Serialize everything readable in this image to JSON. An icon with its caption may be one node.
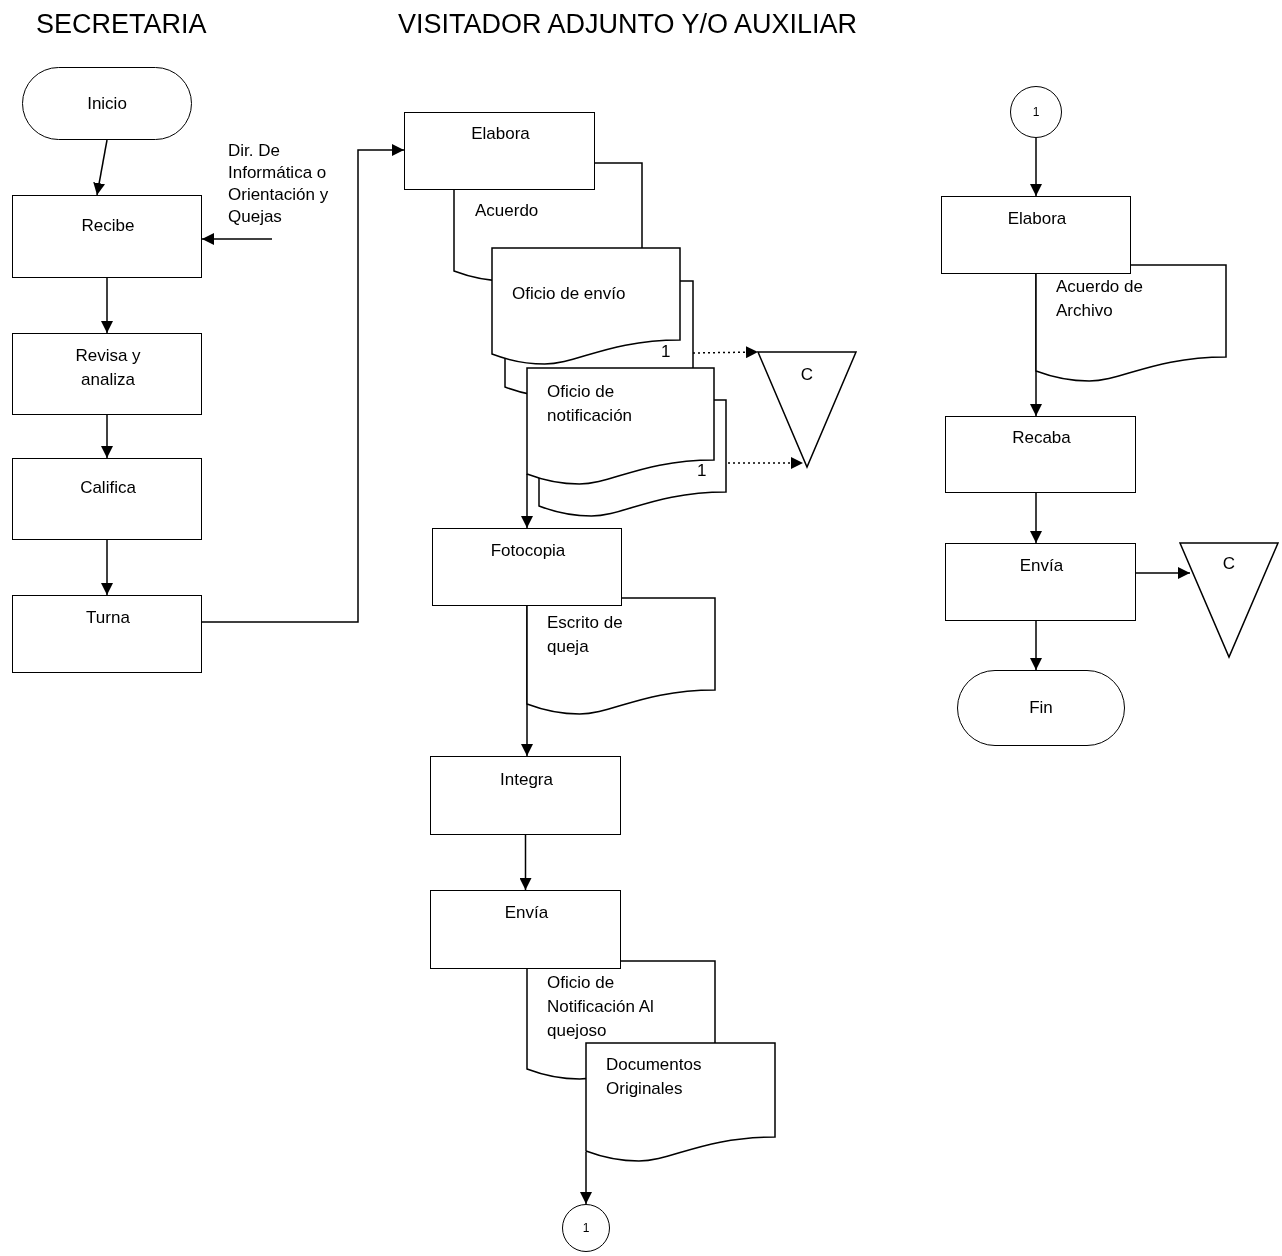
{
  "diagram": {
    "nodes": [
      {
        "text": [
          "Inicio"
        ]
      },
      {
        "text": [
          "Recibe"
        ]
      },
      {
        "text": [
          "Revisa y analiza"
        ]
      },
      {
        "text": [
          "Califica"
        ]
      },
      {
        "text": [
          "Turna"
        ]
      },
      {
        "text": [
          "Dir. De Informática o Orientación y Quejas"
        ]
      },
      {
        "text": [
          "Elabora"
        ]
      },
      {
        "text": [
          "Acuerdo"
        ]
      },
      {
        "text": [
          "Oficio de envío"
        ]
      },
      {
        "text": [
          "Oficio de notificación"
        ]
      },
      {
        "text": [
          "C"
        ]
      },
      {
        "text": [
          "Fotocopia"
        ]
      },
      {
        "text": [
          "Escrito de queja"
        ]
      },
      {
        "text": [
          "Integra"
        ]
      },
      {
        "text": [
          "Envía"
        ]
      },
      {
        "text": [
          "Oficio de Notificación Al quejoso"
        ]
      },
      {
        "text": [
          "Documentos Originales"
        ]
      },
      {
        "text": [
          "1"
        ]
      },
      {
        "text": [
          "1"
        ]
      },
      {
        "text": [
          "Elabora"
        ]
      },
      {
        "text": [
          "Acuerdo de Archivo"
        ]
      },
      {
        "text": [
          "Recaba"
        ]
      },
      {
        "text": [
          "Envía"
        ]
      },
      {
        "text": [
          "C"
        ]
      },
      {
        "text": [
          "Fin"
        ]
      }
    ],
    "edges": [
      {
        "from": 0,
        "to": 1,
        "arrow": "to"
      },
      {
        "from": 1,
        "to": 2,
        "arrow": "to"
      },
      {
        "from": 2,
        "to": 3,
        "arrow": "to"
      },
      {
        "from": 3,
        "to": 4,
        "arrow": "to"
      },
      {
        "from": 5,
        "to": 1,
        "arrow": "to"
      },
      {
        "from": 4,
        "to": 6,
        "arrow": "to"
      },
      {
        "from": 8,
        "to": 10,
        "arrow": "to",
        "style": "dashed"
      },
      {
        "from": 9,
        "to": 10,
        "arrow": "to",
        "style": "dashed"
      },
      {
        "from": 9,
        "to": 11,
        "arrow": "to"
      },
      {
        "from": 11,
        "to": 13,
        "arrow": "to"
      },
      {
        "from": 13,
        "to": 14,
        "arrow": "to"
      },
      {
        "from": 16,
        "to": 17,
        "arrow": "to"
      },
      {
        "from": 18,
        "to": 19,
        "arrow": "to"
      },
      {
        "from": 19,
        "to": 21,
        "arrow": "to"
      },
      {
        "from": 21,
        "to": 22,
        "arrow": "to"
      },
      {
        "from": 22,
        "to": 23,
        "arrow": "to"
      },
      {
        "from": 22,
        "to": 24,
        "arrow": "to"
      }
    ],
    "labels": [
      "SECRETARIA",
      "VISITADOR ADJUNTO Y/O AUXILIAR",
      "1",
      "1"
    ]
  }
}
